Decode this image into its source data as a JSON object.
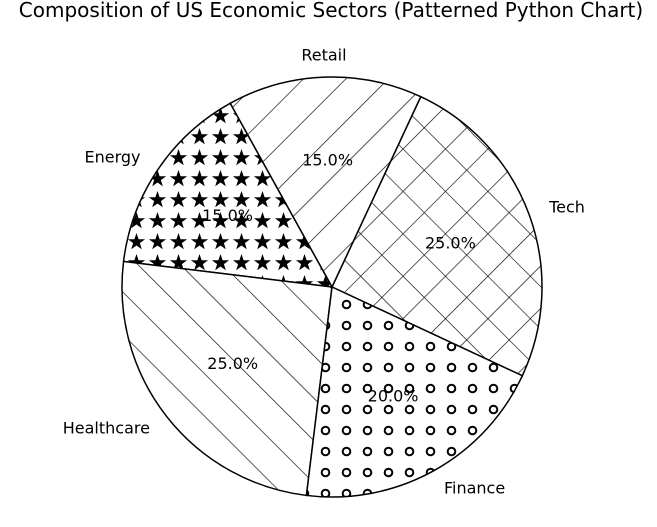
{
  "chart_data": {
    "type": "pie",
    "title": "Composition of US Economic Sectors (Patterned Python Chart)",
    "start_angle_deg": -25,
    "direction": "counterclockwise",
    "slices": [
      {
        "label": "Tech",
        "value": 25.0,
        "pct_text": "25.0%",
        "pattern": "crosshatch-diagonal"
      },
      {
        "label": "Retail",
        "value": 15.0,
        "pct_text": "15.0%",
        "pattern": "diagonal-back"
      },
      {
        "label": "Energy",
        "value": 15.0,
        "pct_text": "15.0%",
        "pattern": "stars"
      },
      {
        "label": "Healthcare",
        "value": 25.0,
        "pct_text": "25.0%",
        "pattern": "diagonal-forward"
      },
      {
        "label": "Finance",
        "value": 20.0,
        "pct_text": "20.0%",
        "pattern": "circles"
      }
    ],
    "colors": {
      "fill": "#ffffff",
      "edge": "#000000",
      "hatch": "#000000"
    },
    "legend": "none",
    "grid": false
  }
}
